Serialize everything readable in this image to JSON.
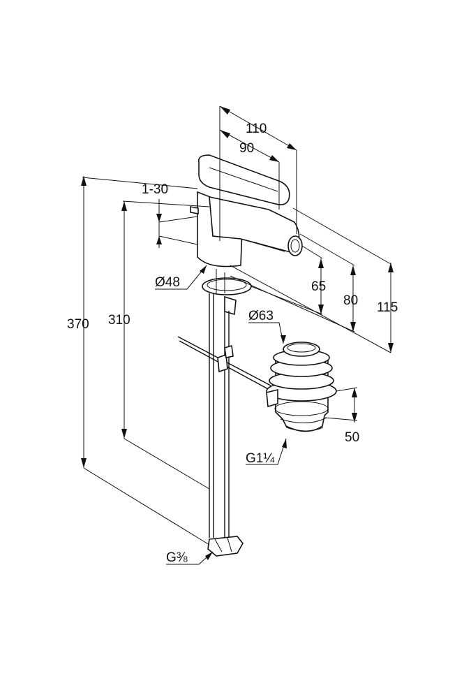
{
  "dimensions": {
    "width_top": "110",
    "width_spout": "90",
    "lever_angle": "1-30",
    "base_diameter": "Ø48",
    "height_65": "65",
    "height_80": "80",
    "height_115": "115",
    "height_310": "310",
    "height_370": "370",
    "drain_diameter": "Ø63",
    "drain_height": "50",
    "drain_thread": "G1¼",
    "hose_thread": "G⅜"
  }
}
